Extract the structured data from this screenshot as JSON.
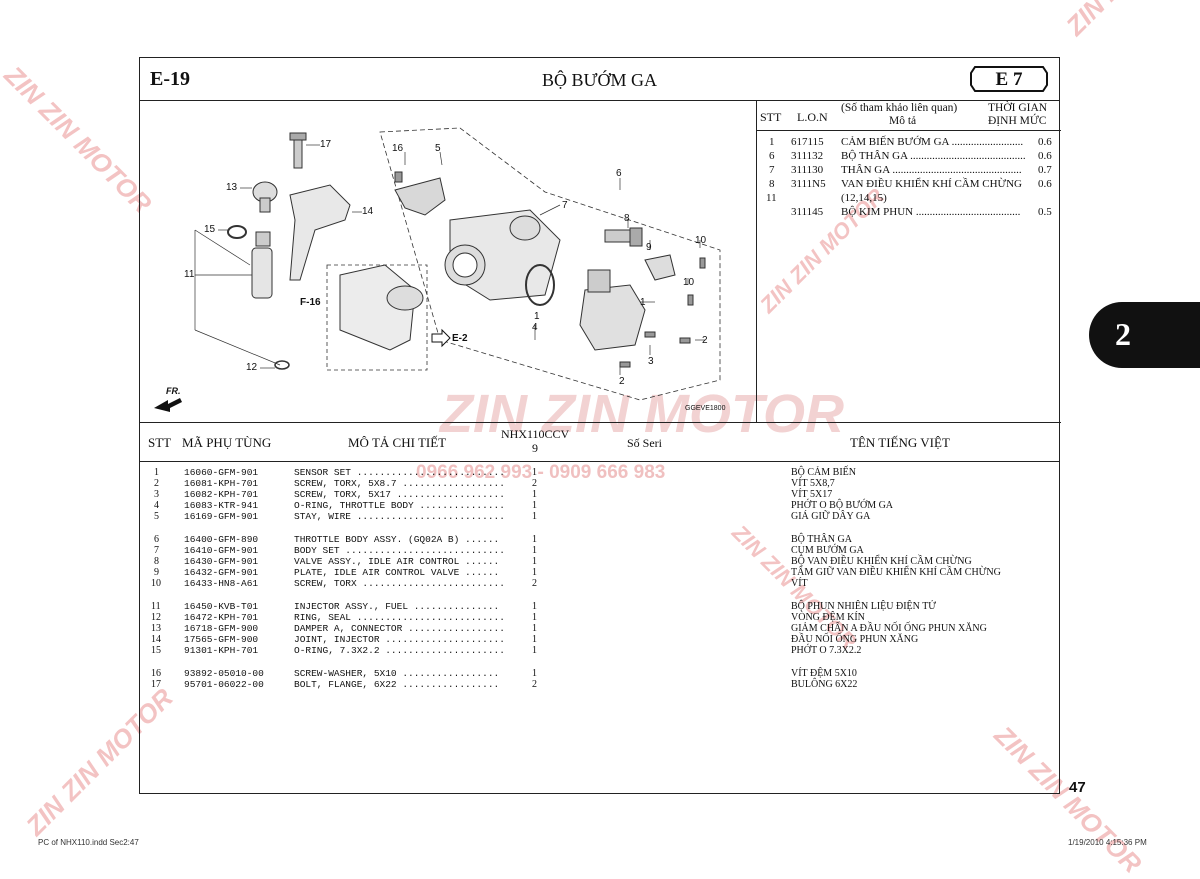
{
  "header": {
    "code": "E-19",
    "title": "BỘ BƯỚM GA",
    "badge": "E  7"
  },
  "watermark": {
    "brand": "ZIN ZIN MOTOR",
    "phone": "0966 962 993 - 0909 666 983"
  },
  "diagram": {
    "callouts": [
      "17",
      "13",
      "14",
      "15",
      "11",
      "12",
      "16",
      "5",
      "6",
      "7",
      "8",
      "9",
      "10",
      "10",
      "1",
      "4",
      "2",
      "2",
      "3",
      "1"
    ],
    "fr_label": "FR.",
    "f16_label": "F-16",
    "e2_label": "E-2",
    "ref_code": "GGEVE1800"
  },
  "reference": {
    "headers": {
      "stt": "STT",
      "lon": "L.O.N",
      "ref_line1": "(Số tham khảo liên quan)",
      "ref_line2": "Mô tả",
      "time_line1": "THỜI GIAN",
      "time_line2": "ĐỊNH MỨC"
    },
    "rows": [
      {
        "stt": "1",
        "lon": "617115",
        "desc": "CẢM BIẾN BƯỚM GA ..........................",
        "time": "0.6"
      },
      {
        "stt": "6",
        "lon": "311132",
        "desc": "BỘ THÂN GA ..........................................",
        "time": "0.6"
      },
      {
        "stt": "7",
        "lon": "311130",
        "desc": "THÂN GA ...............................................",
        "time": "0.7"
      },
      {
        "stt": "8",
        "lon": "3111N5",
        "desc": "VAN ĐIỀU KHIỂN KHÍ CẦM CHỪNG",
        "time": "0.6"
      },
      {
        "stt": "11",
        "lon": "",
        "desc": "(12,14,15)",
        "time": ""
      },
      {
        "stt": "",
        "lon": "311145",
        "desc": "BỘ KIM PHUN ......................................",
        "time": "0.5"
      }
    ]
  },
  "parts_table": {
    "headers": {
      "stt": "STT",
      "code": "MÃ PHỤ TÙNG",
      "desc": "MÔ TẢ CHI TIẾT",
      "model_line1": "NHX110CCV",
      "model_line2": "9",
      "serial": "Số Seri",
      "vn": "TÊN TIẾNG VIỆT"
    },
    "rows": [
      {
        "stt": "1",
        "code": "16060-GFM-901",
        "desc": "SENSOR SET ..........................",
        "qty": "1",
        "vn": "BỘ CẢM BIẾN"
      },
      {
        "stt": "2",
        "code": "16081-KPH-701",
        "desc": "SCREW, TORX, 5X8.7 ..................",
        "qty": "2",
        "vn": "VÍT 5X8,7"
      },
      {
        "stt": "3",
        "code": "16082-KPH-701",
        "desc": "SCREW, TORX, 5X17 ...................",
        "qty": "1",
        "vn": "VÍT 5X17"
      },
      {
        "stt": "4",
        "code": "16083-KTR-941",
        "desc": "O-RING, THROTTLE BODY ...............",
        "qty": "1",
        "vn": "PHỚT O BỘ BƯỚM GA"
      },
      {
        "stt": "5",
        "code": "16169-GFM-901",
        "desc": "STAY, WIRE ..........................",
        "qty": "1",
        "vn": "GIÁ GIỮ DÂY GA"
      },
      {
        "stt": "6",
        "code": "16400-GFM-890",
        "desc": "THROTTLE BODY ASSY. (GQ02A B) ......",
        "qty": "1",
        "vn": "BỘ THÂN GA"
      },
      {
        "stt": "7",
        "code": "16410-GFM-901",
        "desc": "BODY SET ............................",
        "qty": "1",
        "vn": "CỤM BƯỚM GA"
      },
      {
        "stt": "8",
        "code": "16430-GFM-901",
        "desc": "VALVE ASSY., IDLE AIR CONTROL ......",
        "qty": "1",
        "vn": "BỘ VAN ĐIỀU KHIỂN KHÍ CẦM CHỪNG"
      },
      {
        "stt": "9",
        "code": "16432-GFM-901",
        "desc": "PLATE, IDLE AIR CONTROL VALVE ......",
        "qty": "1",
        "vn": "TẤM GIỮ VAN ĐIỀU KHIỂN KHÍ CẦM CHỪNG"
      },
      {
        "stt": "10",
        "code": "16433-HN8-A61",
        "desc": "SCREW, TORX .........................",
        "qty": "2",
        "vn": "VÍT"
      },
      {
        "stt": "11",
        "code": "16450-KVB-T01",
        "desc": "INJECTOR ASSY., FUEL ...............",
        "qty": "1",
        "vn": "BỘ PHUN NHIÊN LIỆU ĐIỆN TỬ"
      },
      {
        "stt": "12",
        "code": "16472-KPH-701",
        "desc": "RING, SEAL ..........................",
        "qty": "1",
        "vn": "VÒNG ĐỆM KÍN"
      },
      {
        "stt": "13",
        "code": "16718-GFM-900",
        "desc": "DAMPER A, CONNECTOR .................",
        "qty": "1",
        "vn": "GIẢM CHẤN A ĐẦU NỐI ỐNG PHUN XĂNG"
      },
      {
        "stt": "14",
        "code": "17565-GFM-900",
        "desc": "JOINT, INJECTOR .....................",
        "qty": "1",
        "vn": "ĐẦU NỐI ỐNG PHUN XĂNG"
      },
      {
        "stt": "15",
        "code": "91301-KPH-701",
        "desc": "O-RING, 7.3X2.2 .....................",
        "qty": "1",
        "vn": "PHỚT O 7.3X2.2"
      },
      {
        "stt": "16",
        "code": "93892-05010-00",
        "desc": "SCREW-WASHER, 5X10 .................",
        "qty": "1",
        "vn": "VÍT ĐỆM 5X10"
      },
      {
        "stt": "17",
        "code": "95701-06022-00",
        "desc": "BOLT, FLANGE, 6X22 .................",
        "qty": "2",
        "vn": "BULÔNG 6X22"
      }
    ]
  },
  "page_number": "47",
  "side_tab": "2",
  "footer": {
    "left": "PC of NHX110.indd   Sec2:47",
    "right": "1/19/2010   4:15:36 PM"
  }
}
